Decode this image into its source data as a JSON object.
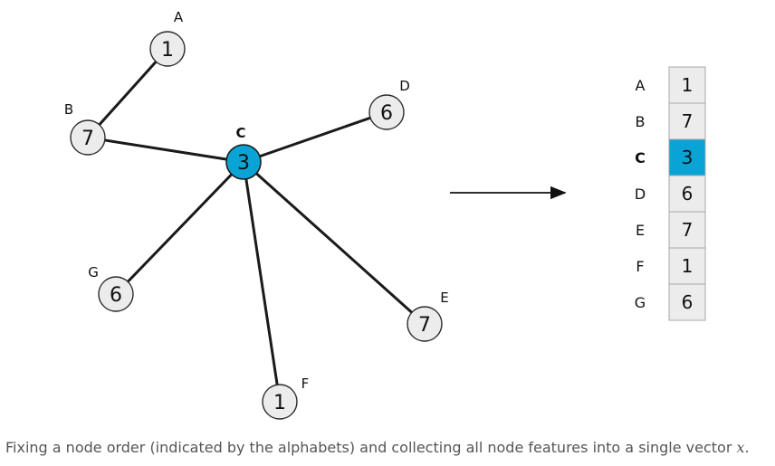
{
  "graph": {
    "highlight": "C",
    "highlight_color": "#0aa3d6",
    "nodes": [
      {
        "id": "A",
        "value": "1"
      },
      {
        "id": "B",
        "value": "7"
      },
      {
        "id": "C",
        "value": "3"
      },
      {
        "id": "D",
        "value": "6"
      },
      {
        "id": "E",
        "value": "7"
      },
      {
        "id": "F",
        "value": "1"
      },
      {
        "id": "G",
        "value": "6"
      }
    ],
    "edges": [
      [
        "A",
        "B"
      ],
      [
        "B",
        "C"
      ],
      [
        "C",
        "D"
      ],
      [
        "C",
        "G"
      ],
      [
        "C",
        "E"
      ],
      [
        "C",
        "F"
      ]
    ]
  },
  "vector": {
    "rows": [
      {
        "label": "A",
        "value": "1"
      },
      {
        "label": "B",
        "value": "7"
      },
      {
        "label": "C",
        "value": "3"
      },
      {
        "label": "D",
        "value": "6"
      },
      {
        "label": "E",
        "value": "7"
      },
      {
        "label": "F",
        "value": "1"
      },
      {
        "label": "G",
        "value": "6"
      }
    ]
  },
  "caption": {
    "text": "Fixing a node order (indicated by the alphabets) and collecting all node features into a single vector ",
    "math": "x",
    "end": "."
  }
}
